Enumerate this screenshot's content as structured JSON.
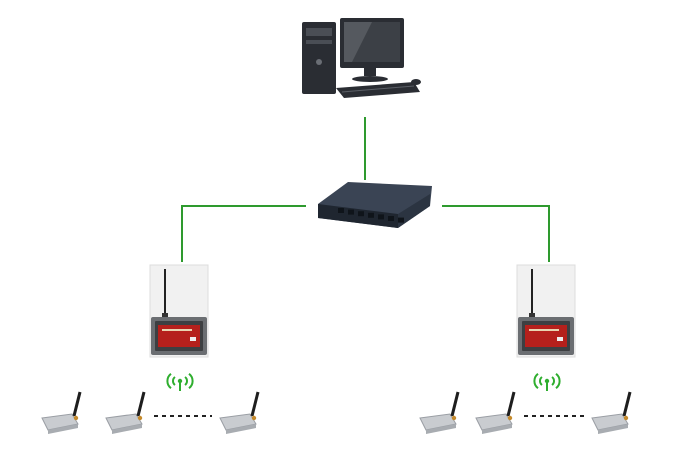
{
  "diagram": {
    "connector_color": "#2e9a2e",
    "wireless_color": "#2fae2f",
    "nodes": {
      "computer": {
        "icon": "desktop-computer-icon"
      },
      "switch": {
        "icon": "network-switch-icon",
        "port_count": 7
      },
      "gateways": [
        {
          "icon": "wireless-gateway-icon"
        },
        {
          "icon": "wireless-gateway-icon"
        }
      ],
      "sensor_groups": [
        {
          "icon": "wireless-sensor-node-icon",
          "visible_nodes": 3,
          "ellipsis": true
        },
        {
          "icon": "wireless-sensor-node-icon",
          "visible_nodes": 3,
          "ellipsis": true
        }
      ]
    },
    "device_colors": {
      "dark_case": "#2a2d33",
      "gateway_screen": "#b5201c",
      "gateway_body": "#6b6e72",
      "switch_body": "#3a4454",
      "sensor_body": "#c9ccd0"
    }
  }
}
